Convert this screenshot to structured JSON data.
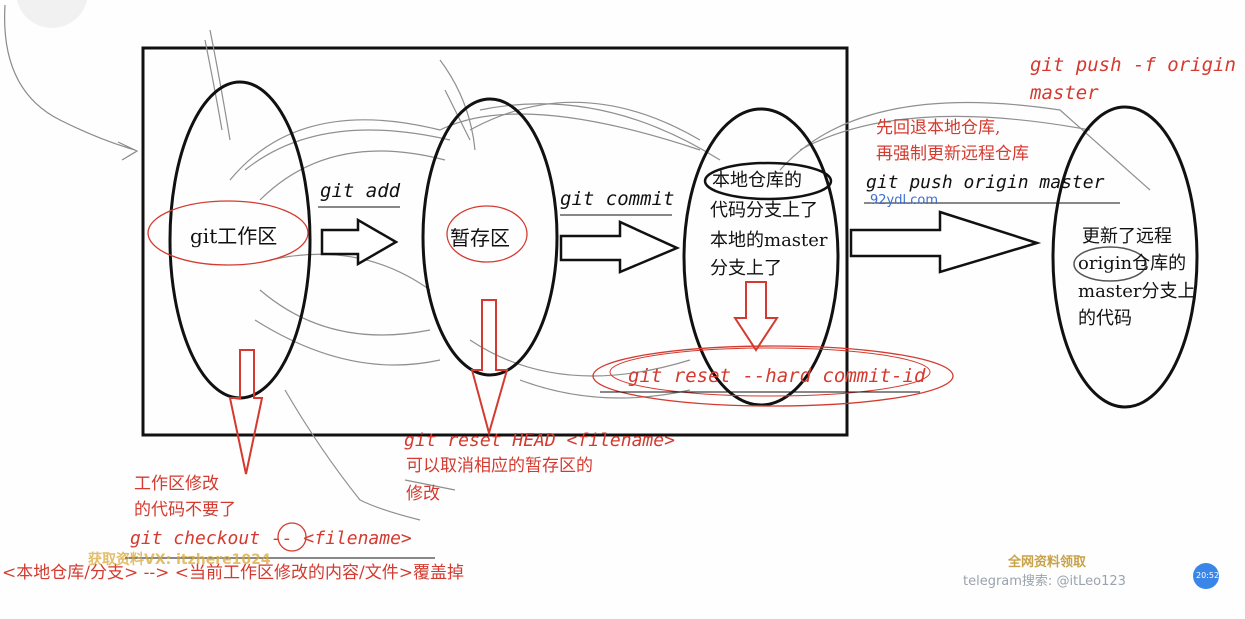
{
  "nodes": {
    "workspace": "git工作区",
    "staging": "暂存区",
    "local_repo": [
      "本地仓库的",
      "代码分支上了",
      "本地的master",
      "分支上了"
    ],
    "remote_repo": [
      "更新了远程",
      "origin仓库的",
      "master分支上",
      "的代码"
    ]
  },
  "commands": {
    "add": "git add",
    "commit": "git commit",
    "push": "git push origin master",
    "push_force": [
      "git push -f origin",
      "master"
    ],
    "reset_hard": "git reset --hard commit-id",
    "reset_head": "git reset HEAD <filename>",
    "checkout": "git checkout -- <filename>"
  },
  "notes": {
    "push_force": [
      "先回退本地仓库,",
      "再强制更新远程仓库"
    ],
    "reset_head": [
      "可以取消相应的暂存区的",
      "修改"
    ],
    "workspace_discard": [
      "工作区修改",
      "的代码不要了"
    ],
    "checkout_explain": "<本地仓库/分支> --> <当前工作区修改的内容/文件>覆盖掉"
  },
  "watermarks": {
    "site": "92ydl.com",
    "wechat": "获取资料VX: itzhere1024",
    "promo_title": "全网资料领取",
    "promo_contact": "telegram搜索: @itLeo123",
    "clock": "20:52"
  },
  "colors": {
    "ink": "#111111",
    "red": "#d43a2f",
    "sketch": "#8a8a8a",
    "watermark_gold": "#c8a24a",
    "badge_blue": "#3a86e8"
  }
}
